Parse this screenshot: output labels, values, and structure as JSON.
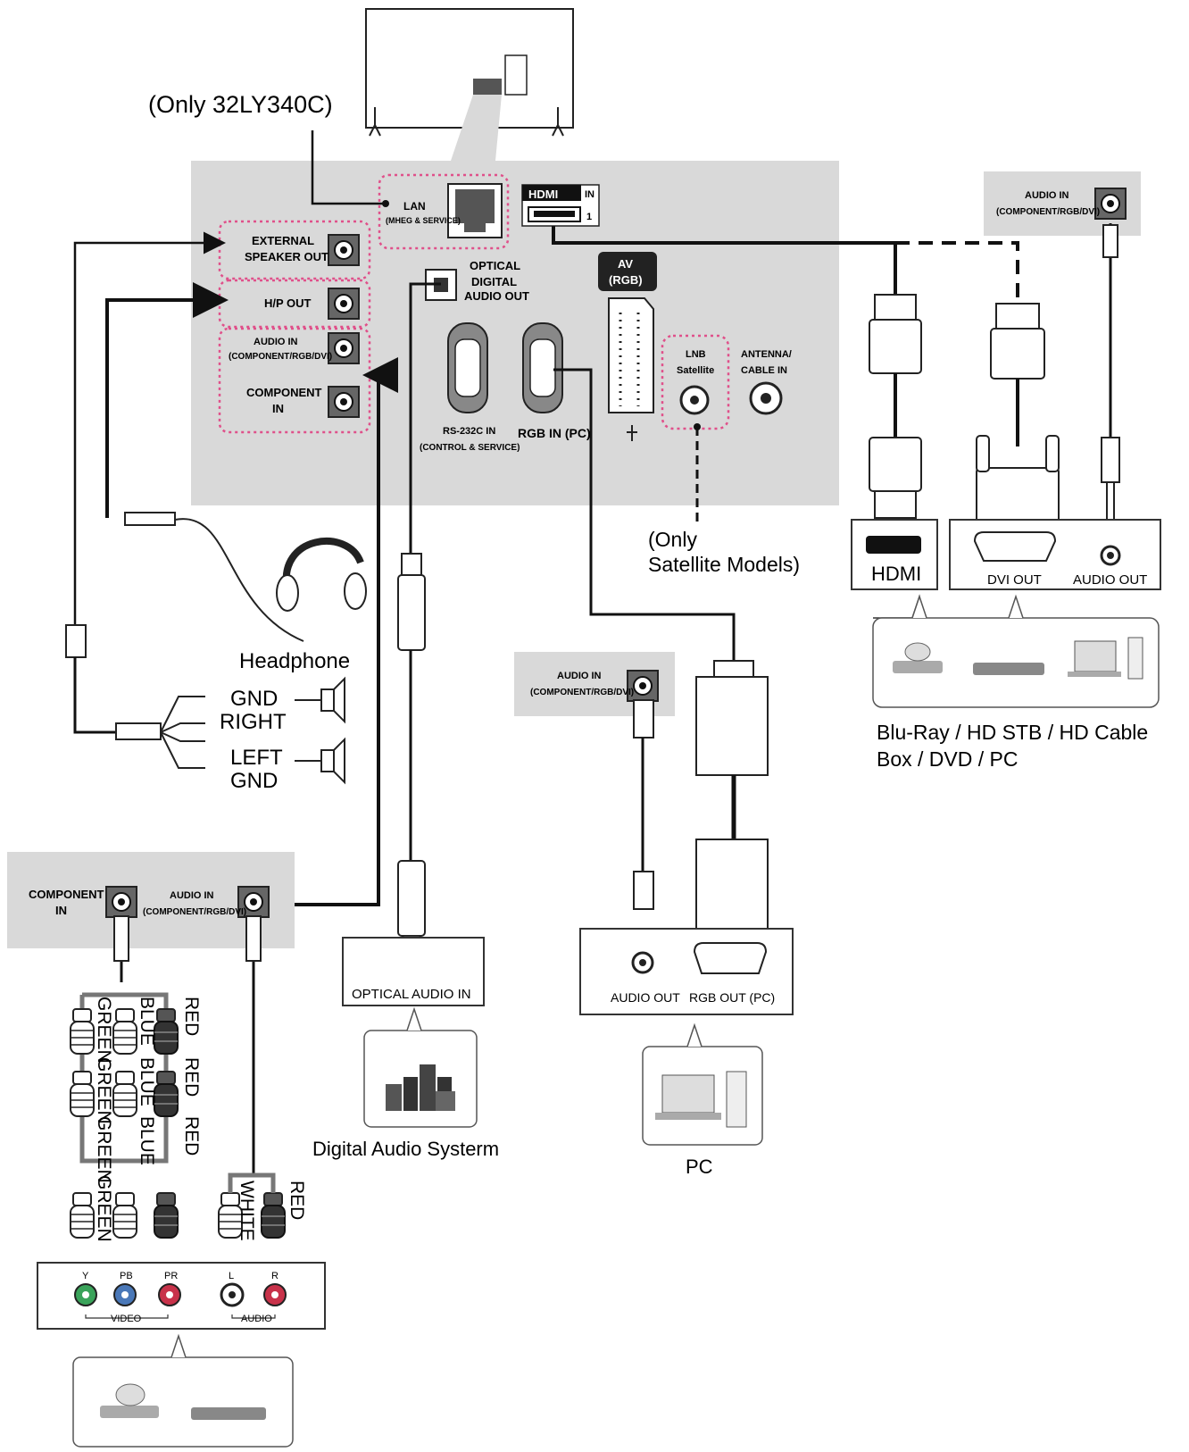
{
  "labels": {
    "only_model": "(Only 32LY340C)",
    "lan": "LAN",
    "lan_sub": "(MHEG & SERVICE)",
    "hdmi_logo": "HDMI",
    "hdmi_in": "IN",
    "hdmi_port_num": "1",
    "ext_speaker_1": "EXTERNAL",
    "ext_speaker_2": "SPEAKER OUT",
    "hp_out": "H/P OUT",
    "audio_in_1": "AUDIO IN",
    "audio_in_2": "(COMPONENT/RGB/DVI)",
    "component_in_1": "COMPONENT",
    "component_in_2": "IN",
    "optical_1": "OPTICAL",
    "optical_2": "DIGITAL",
    "optical_3": "AUDIO OUT",
    "av_1": "AV",
    "av_2": "(RGB)",
    "rs232_1": "RS-232C IN",
    "rs232_2": "(CONTROL & SERVICE)",
    "rgb_in_pc": "RGB IN (PC)",
    "lnb_1": "LNB",
    "lnb_2": "Satellite",
    "antenna_1": "ANTENNA/",
    "antenna_2": "CABLE IN",
    "only_sat_1": "(Only",
    "only_sat_2": "Satellite Models)",
    "headphone": "Headphone",
    "gnd": "GND",
    "right": "RIGHT",
    "left": "LEFT",
    "hdmi_dev": "HDMI",
    "dvi_out": "DVI OUT",
    "audio_out": "AUDIO OUT",
    "bluray_1": "Blu-Ray / HD STB / HD Cable",
    "bluray_2": "Box / DVD / PC",
    "optical_audio_in": "OPTICAL AUDIO IN",
    "digital_audio": "Digital Audio Systerm",
    "pc_audio_out": "AUDIO OUT",
    "pc_rgb_out": "RGB OUT (PC)",
    "pc": "PC",
    "comp_in_1": "COMPONENT",
    "comp_in_2": "IN",
    "green": "GREEN",
    "blue": "BLUE",
    "red": "RED",
    "white": "WHITE",
    "y": "Y",
    "pb": "PB",
    "pr": "PR",
    "l": "L",
    "r": "R",
    "video": "VIDEO",
    "audio": "AUDIO"
  },
  "colors": {
    "panel_gray": "#d9d9d9",
    "dotted_pink": "#e0508a",
    "jack_green": "#3aa35a",
    "jack_blue": "#4a78b8",
    "jack_red": "#c8324a"
  }
}
